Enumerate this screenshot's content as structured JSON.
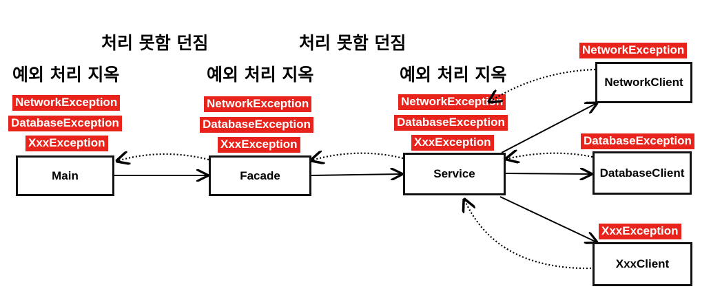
{
  "headings": {
    "throw_fail_1": "처리 못함 던짐",
    "throw_fail_2": "처리 못함 던짐",
    "hell_main": "예외 처리 지옥",
    "hell_facade": "예외 처리 지옥",
    "hell_service": "예외 처리 지옥"
  },
  "nodes": {
    "main": "Main",
    "facade": "Facade",
    "service": "Service",
    "network_client": "NetworkClient",
    "database_client": "DatabaseClient",
    "xxx_client": "XxxClient"
  },
  "exceptions": {
    "main": [
      "NetworkException",
      "DatabaseException",
      "XxxException"
    ],
    "facade": [
      "NetworkException",
      "DatabaseException",
      "XxxException"
    ],
    "service": [
      "NetworkException",
      "DatabaseException",
      "XxxException"
    ],
    "network_client": "NetworkException",
    "database_client": "DatabaseException",
    "xxx_client": "XxxException"
  },
  "colors": {
    "exception_tag": "#e8231b",
    "arrow": "#000000"
  }
}
